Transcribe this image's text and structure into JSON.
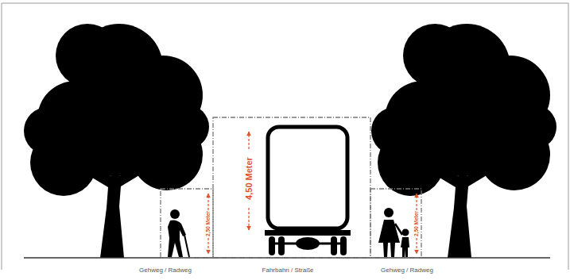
{
  "diagram": {
    "labels": [
      "2,50 Meter",
      "4,50 Meter",
      "2,50 Meter",
      "Gehweg / Radweg",
      "Fahrbahn / Straße",
      "Gehweg / Radweg"
    ]
  }
}
